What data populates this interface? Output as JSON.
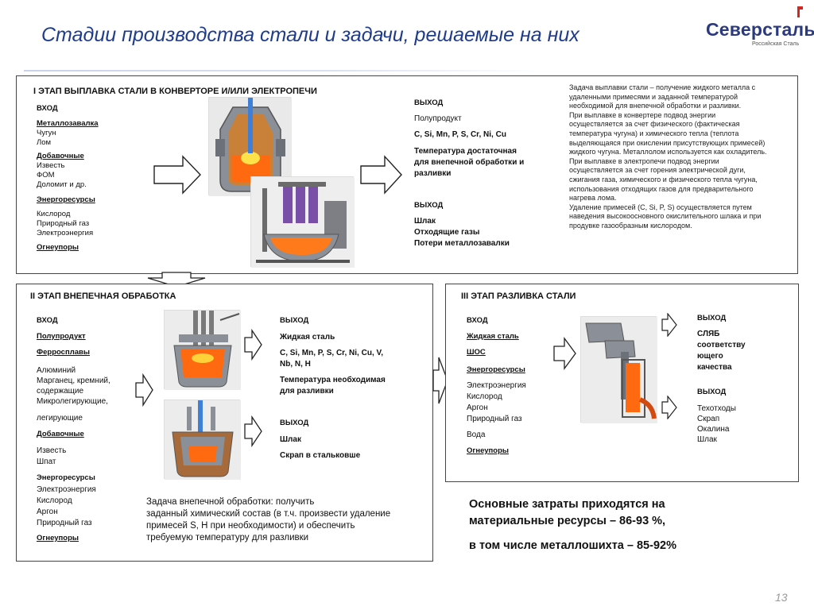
{
  "page": {
    "title": "Стадии производства стали и задачи, решаемые на них",
    "logo_text": "Северсталь",
    "logo_sub": "Российская Сталь",
    "page_number": "13"
  },
  "stage1": {
    "title": "I ЭТАП  ВЫПЛАВКА СТАЛИ В КОНВЕРТОРЕ И/ИЛИ ЭЛЕКТРОПЕЧИ",
    "input_header": "ВХОД",
    "charge_title": "Металлозавалка",
    "charge_items": [
      "Чугун",
      "Лом"
    ],
    "additives_title": "Добавочные",
    "additives_items": [
      "Известь",
      "ФОМ",
      "Доломит  и др."
    ],
    "energy_title": "Энергоресурсы",
    "energy_items": [
      "Кислород",
      "Природный газ",
      "Электроэнергия"
    ],
    "refractory": "Огнеупоры",
    "output1_header": "ВЫХОД",
    "output1_items": [
      "Полупродукт",
      "C, Si, Mn, P, S, Cr, Ni, Cu",
      "Температура достаточная",
      "для внепечной обработки и",
      "разливки"
    ],
    "output2_header": "ВЫХОД",
    "output2_items": [
      "Шлак",
      "Отходящие газы",
      "Потери металлозавалки"
    ],
    "description": [
      "Задача выплавки стали – получение жидкого металла с",
      "удаленными примесями и заданной температурой",
      "необходимой для внепечной обработки и разливки.",
      "При выплавке в конвертере подвод энергии",
      "осуществляется за счет физического (фактическая",
      "температура чугуна) и химического тепла (теплота",
      "выделяющаяся при окислении присутствующих примесей)",
      "жидкого чугуна. Металлолом используется как охладитель.",
      "При выплавке в электропечи подвод энергии",
      "осуществляется за счет горения электрической дуги,",
      "сжигания газа, химического и физического тепла чугуна,",
      "использования отходящих газов для предварительного",
      "нагрева лома.",
      "Удаление примесей (C, Si, P, S) осуществляется путем",
      "наведения высокоосновного окислительного шлака и при",
      "продувке газообразным кислородом."
    ]
  },
  "stage2": {
    "title": "II ЭТАП  ВНЕПЕЧНАЯ ОБРАБОТКА",
    "input_header": "ВХОД",
    "semi_product": "Полупродукт",
    "ferroalloys_title": "Ферросплавы",
    "ferroalloys_items": [
      "Алюминий",
      "Марганец, кремний,",
      "содержащие",
      "Микролегирующие,"
    ],
    "alloying": "легирующие",
    "additives_title": "Добавочные",
    "additives_items": [
      "Известь",
      "Шпат"
    ],
    "energy_title": "Энергоресурсы",
    "energy_items": [
      "Электроэнергия",
      "Кислород",
      "Аргон",
      "Природный газ"
    ],
    "refractory": "Огнеупоры",
    "output1_header": "ВЫХОД",
    "output1_items": [
      "Жидкая сталь",
      "C, Si, Mn, P, S, Cr, Ni, Cu,  V,",
      "Nb, N, H",
      "Температура необходимая",
      "для разливки"
    ],
    "output2_header": "ВЫХОД",
    "output2_items": [
      "Шлак",
      "Скрап в стальковше"
    ],
    "task": [
      "Задача внепечной обработки: получить",
      "заданный химический состав (в т.ч. произвести удаление",
      "примесей S, H при необходимости) и обеспечить",
      "требуемую температуру для разливки"
    ]
  },
  "stage3": {
    "title": "III ЭТАП  РАЗЛИВКА СТАЛИ",
    "input_header": "ВХОД",
    "liquid_steel": "Жидкая сталь",
    "shos": "ШОС",
    "energy_title": "Энергоресурсы",
    "energy_items": [
      "Электроэнергия",
      "Кислород",
      "Аргон",
      "Природный газ"
    ],
    "water": "Вода",
    "refractory": "Огнеупоры",
    "output1_header": "ВЫХОД",
    "output1_items": [
      "СЛЯБ",
      "соответству",
      "ющего",
      "качества"
    ],
    "output2_header": "ВЫХОД",
    "output2_items": [
      "Техотходы",
      "Скрап",
      "Окалина",
      "Шлак"
    ]
  },
  "summary": {
    "line1": "Основные затраты приходятся на",
    "line2": "материальные ресурсы – 86-93 %,",
    "line3": "в том числе металлошихта – 85-92%"
  },
  "colors": {
    "title_blue": "#1f3c8c",
    "logo_red": "#d7261e",
    "molten": "#ff6a10",
    "electrode_blue": "#3f7fd6"
  }
}
